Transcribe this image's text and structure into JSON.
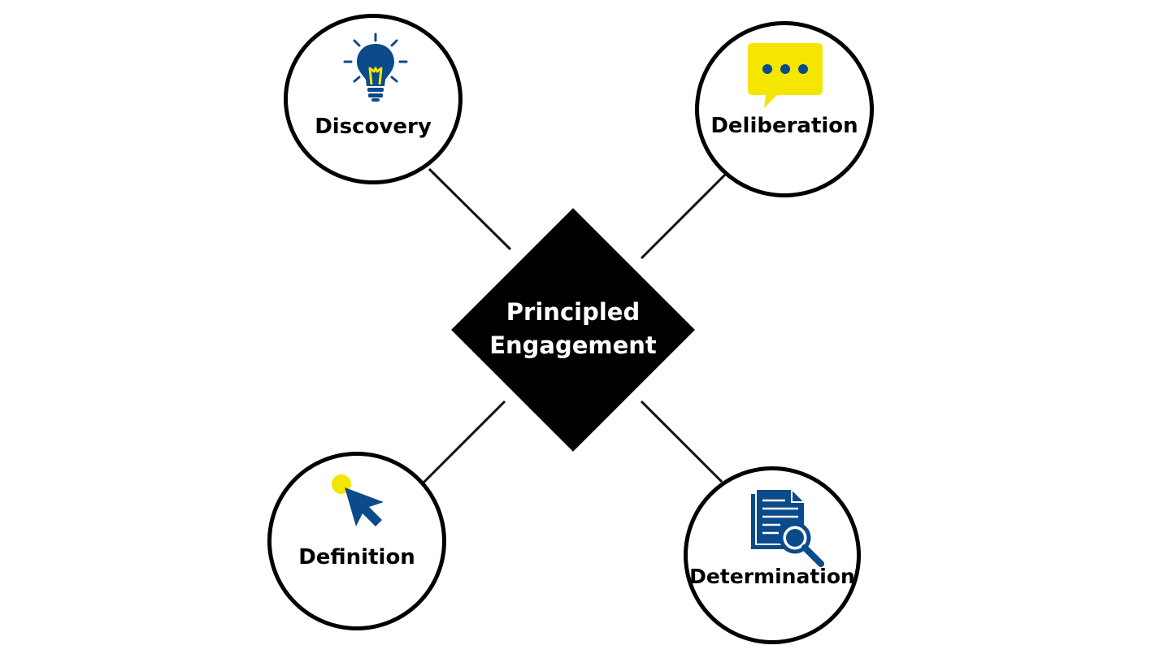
{
  "diagram": {
    "center": {
      "title_line1": "Principled",
      "title_line2": "Engagement"
    },
    "nodes": [
      {
        "label": "Discovery",
        "icon": "lightbulb-icon"
      },
      {
        "label": "Deliberation",
        "icon": "speech-bubble-icon"
      },
      {
        "label": "Definition",
        "icon": "cursor-click-icon"
      },
      {
        "label": "Determination",
        "icon": "document-search-icon"
      }
    ]
  },
  "colors": {
    "navy": "#0b4a8b",
    "yellow": "#f5e600",
    "black": "#000000",
    "white": "#ffffff"
  }
}
